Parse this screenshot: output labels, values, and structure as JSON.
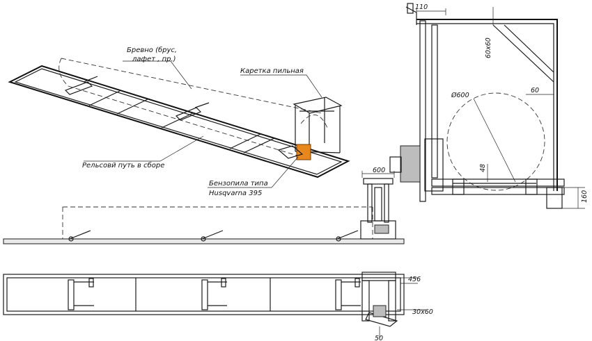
{
  "labels": {
    "log": "Бревно (брус,",
    "log_line2": "лафет , пр.)",
    "carriage": "Каретка пильная",
    "rail_track": "Рельсовй путь в сборе",
    "chainsaw": "Бензопила типа",
    "chainsaw_model": "Husqvarna 395"
  },
  "dimensions": {
    "d110": "110",
    "d60x60": "60x60",
    "d60": "60",
    "diameter": "Ø600",
    "d48": "48",
    "d600": "600",
    "d160": "160",
    "d456": "456",
    "d30x60": "30x60",
    "d50": "50"
  },
  "colors": {
    "saw_accent": "#e8871e",
    "line": "#1a1a1a"
  }
}
